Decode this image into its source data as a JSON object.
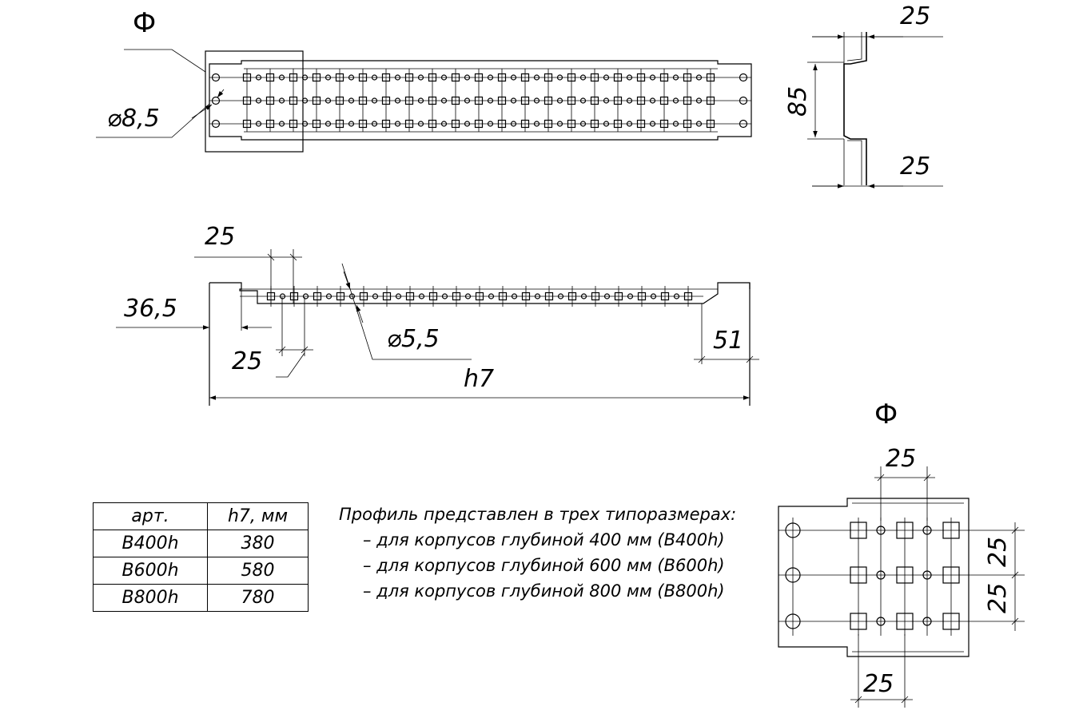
{
  "labels": {
    "detail_marker_top": "Ф",
    "detail_marker_bottom": "Ф"
  },
  "dimensions": {
    "top_view_hole": "⌀8,5",
    "profile_width_top": "25",
    "profile_height": "85",
    "profile_width_bottom": "25",
    "side_pitch_top": "25",
    "side_offset": "36,5",
    "side_pitch_bottom": "25",
    "side_hole": "⌀5,5",
    "side_end": "51",
    "side_length": "h7",
    "detail_pitch_top": "25",
    "detail_pitch_right_1": "25",
    "detail_pitch_right_2": "25",
    "detail_pitch_bottom": "25"
  },
  "table": {
    "headers": [
      "арт.",
      "h7, мм"
    ],
    "rows": [
      [
        "B400h",
        "380"
      ],
      [
        "B600h",
        "580"
      ],
      [
        "B800h",
        "780"
      ]
    ]
  },
  "notes": {
    "heading": "Профиль представлен в трех типоразмерах:",
    "items": [
      "– для корпусов глубиной 400 мм (B400h)",
      "– для корпусов глубиной 600 мм (B600h)",
      "– для корпусов глубиной 800 мм (B800h)"
    ]
  }
}
